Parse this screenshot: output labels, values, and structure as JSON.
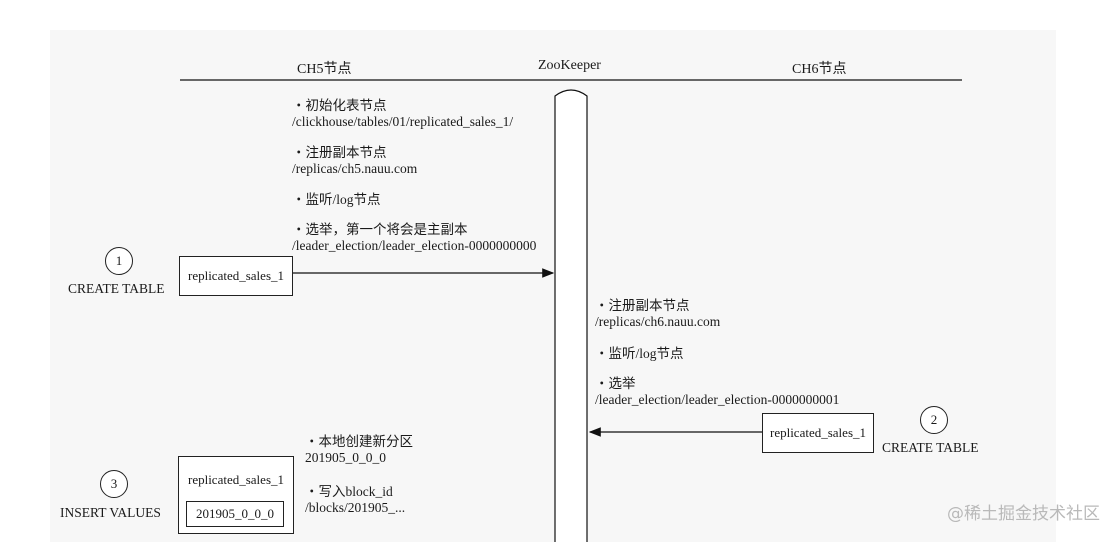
{
  "headers": {
    "ch5": "CH5节点",
    "zk": "ZooKeeper",
    "ch6": "CH6节点"
  },
  "notes_ch5": [
    {
      "title": "・初始化表节点",
      "path": "/clickhouse/tables/01/replicated_sales_1/"
    },
    {
      "title": "・注册副本节点",
      "path": "/replicas/ch5.nauu.com"
    },
    {
      "title": "・监听/log节点",
      "path": ""
    },
    {
      "title": "・选举，第一个将会是主副本",
      "path": "/leader_election/leader_election-0000000000"
    }
  ],
  "notes_ch6": [
    {
      "title": "・注册副本节点",
      "path": "/replicas/ch6.nauu.com"
    },
    {
      "title": "・监听/log节点",
      "path": ""
    },
    {
      "title": "・选举",
      "path": "/leader_election/leader_election-0000000001"
    }
  ],
  "notes_insert": [
    {
      "title": "・本地创建新分区",
      "path": "201905_0_0_0"
    },
    {
      "title": "・写入block_id",
      "path": "/blocks/201905_..."
    }
  ],
  "steps": [
    {
      "num": "1",
      "label": "CREATE TABLE",
      "box": "replicated_sales_1"
    },
    {
      "num": "2",
      "label": "CREATE TABLE",
      "box": "replicated_sales_1"
    },
    {
      "num": "3",
      "label": "INSERT VALUES",
      "box": "replicated_sales_1",
      "inner": "201905_0_0_0"
    }
  ],
  "watermark": "@稀土掘金技术社区"
}
